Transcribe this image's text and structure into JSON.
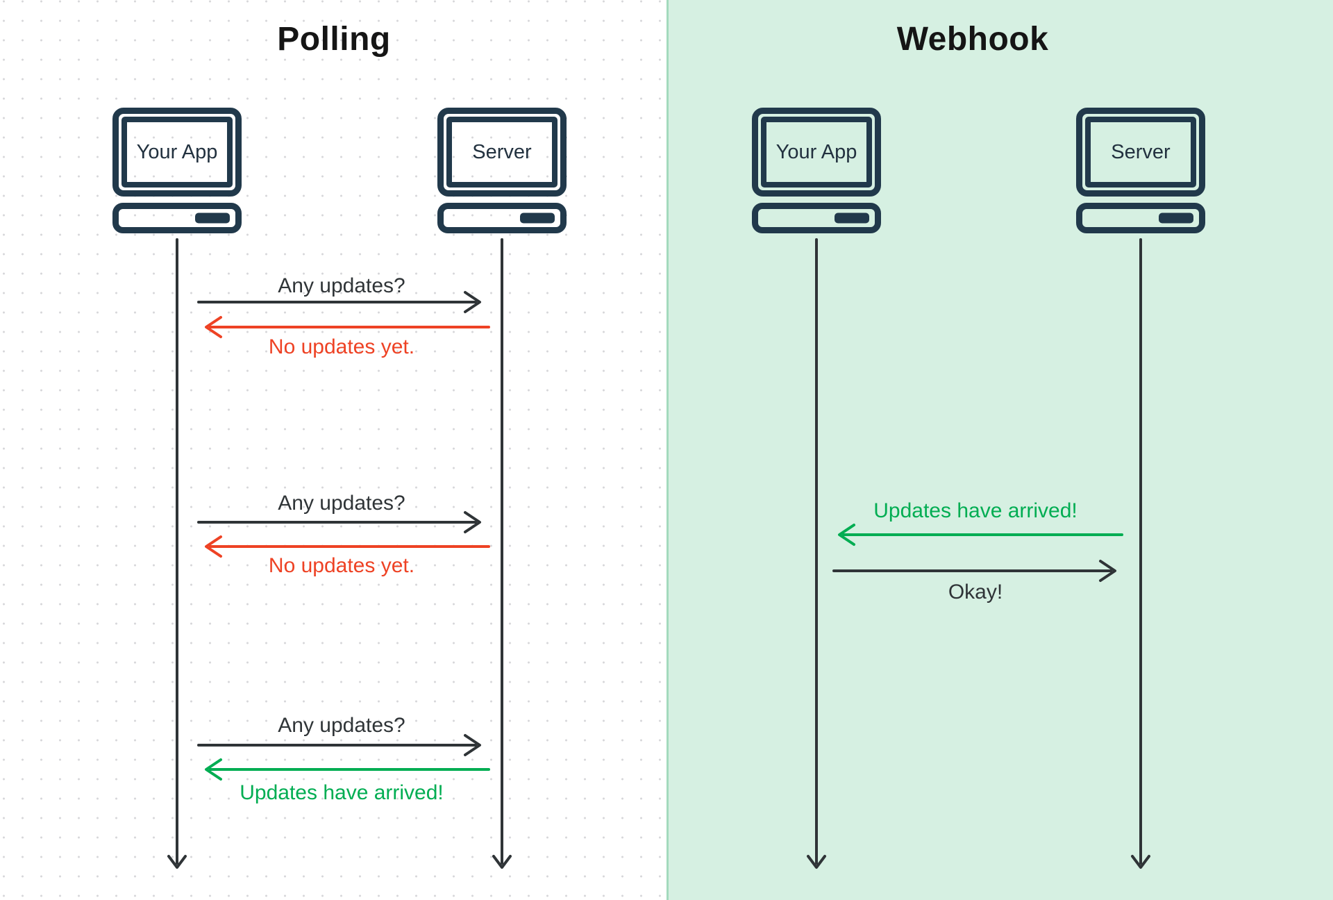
{
  "titles": {
    "polling": "Polling",
    "webhook": "Webhook"
  },
  "colors": {
    "icon_outline_navy": "#21394b",
    "line_dark": "#2f3437",
    "negative_red": "#ee4224",
    "positive_green": "#00ad52",
    "webhook_panel_bg": "#d6f0e2",
    "webhook_panel_edge": "#a3dabd",
    "polling_dot_grid": "#d7d7da"
  },
  "polling": {
    "actors": [
      {
        "label": "Your App"
      },
      {
        "label": "Server"
      }
    ],
    "exchanges": [
      {
        "request": "Any updates?",
        "response": "No updates yet."
      },
      {
        "request": "Any updates?",
        "response": "No updates yet."
      },
      {
        "request": "Any updates?",
        "response": "Updates have arrived!"
      }
    ]
  },
  "webhook": {
    "actors": [
      {
        "label": "Your App"
      },
      {
        "label": "Server"
      }
    ],
    "push": {
      "message": "Updates have arrived!",
      "ack": "Okay!"
    }
  }
}
